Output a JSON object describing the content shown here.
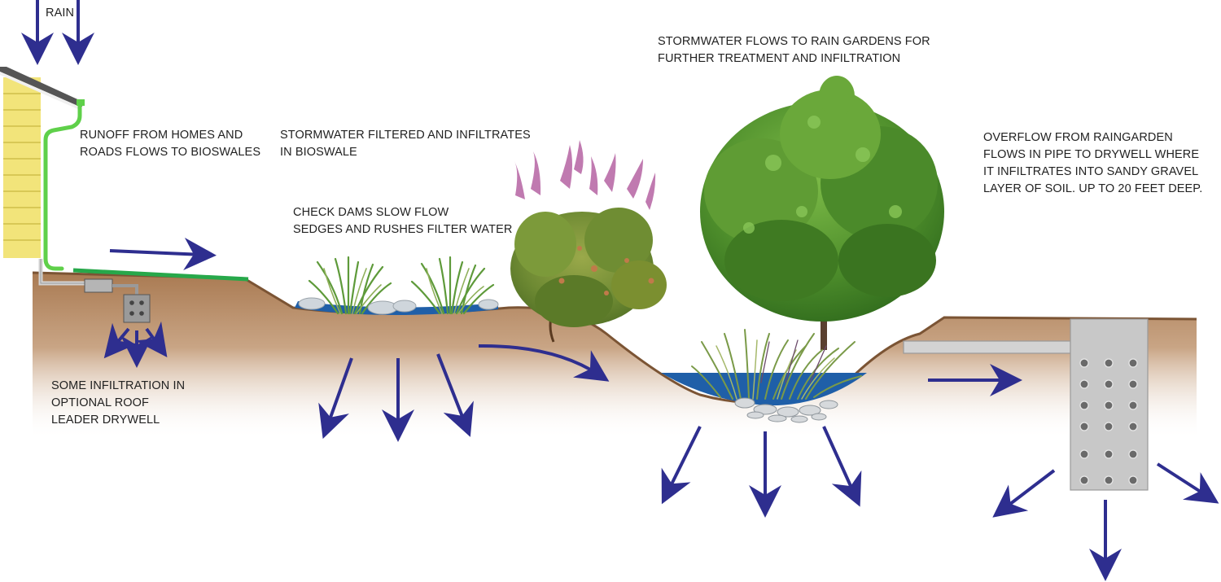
{
  "labels": {
    "rain": [
      "RAIN"
    ],
    "runoff": [
      "RUNOFF FROM HOMES AND",
      "ROADS FLOWS TO BIOSWALES"
    ],
    "filtered": [
      "STORMWATER FILTERED AND INFILTRATES",
      "IN BIOSWALE"
    ],
    "check_dams": [
      "CHECK DAMS SLOW FLOW",
      "SEDGES AND RUSHES FILTER WATER"
    ],
    "rain_gardens": [
      "STORMWATER FLOWS TO RAIN GARDENS FOR",
      "FURTHER TREATMENT AND INFILTRATION"
    ],
    "overflow": [
      "OVERFLOW FROM RAINGARDEN",
      "FLOWS IN PIPE TO DRYWELL WHERE",
      "IT INFILTRATES INTO SANDY GRAVEL",
      "LAYER OF SOIL. UP TO 20 FEET DEEP."
    ],
    "roof_leader": [
      "SOME INFILTRATION IN",
      "OPTIONAL ROOF",
      "LEADER DRYWELL"
    ]
  },
  "colors": {
    "arrow": "#2e2e8f",
    "soil": "#a97a52",
    "water": "#1f5fa8",
    "gutter": "#5fd04a",
    "road": "#27a84a",
    "house_siding": "#f2e47a",
    "roof": "#555555",
    "drywell": "#c8c8c8",
    "pipe": "#d3d3d3",
    "foliage": "#4f8f2c",
    "flower": "#c07ab0",
    "text": "#222222"
  },
  "icons": [
    "downspout",
    "roof-drywell",
    "drywell",
    "overflow-pipe",
    "tree",
    "shrub",
    "sedges",
    "rocks"
  ]
}
